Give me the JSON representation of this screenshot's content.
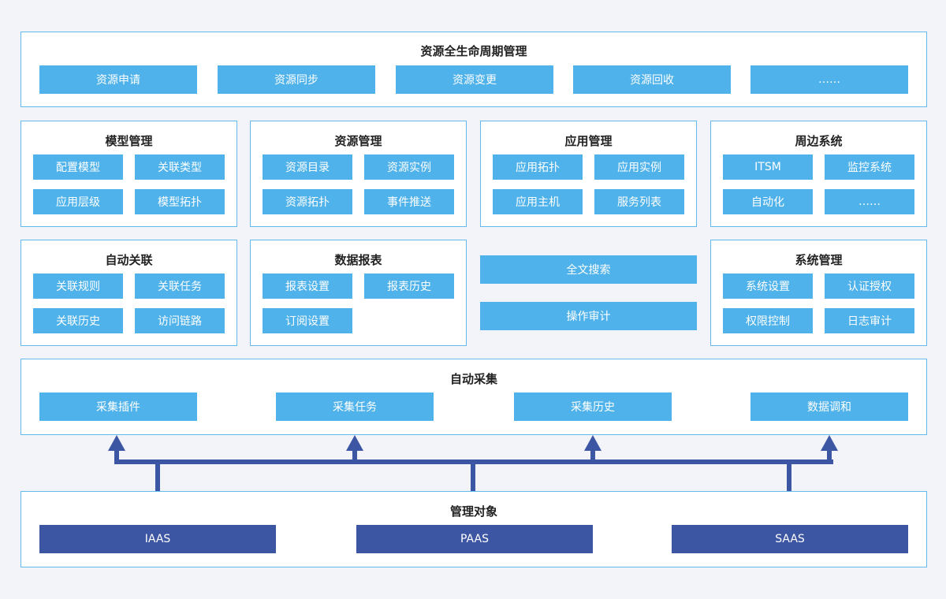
{
  "lifecycle": {
    "title": "资源全生命周期管理",
    "items": [
      "资源申请",
      "资源同步",
      "资源变更",
      "资源回收",
      "……"
    ]
  },
  "model_mgmt": {
    "title": "模型管理",
    "items": [
      "配置模型",
      "关联类型",
      "应用层级",
      "模型拓扑"
    ]
  },
  "resource_mgmt": {
    "title": "资源管理",
    "items": [
      "资源目录",
      "资源实例",
      "资源拓扑",
      "事件推送"
    ]
  },
  "app_mgmt": {
    "title": "应用管理",
    "items": [
      "应用拓扑",
      "应用实例",
      "应用主机",
      "服务列表"
    ]
  },
  "peripheral": {
    "title": "周边系统",
    "items": [
      "ITSM",
      "监控系统",
      "自动化",
      "……"
    ]
  },
  "auto_assoc": {
    "title": "自动关联",
    "items": [
      "关联规则",
      "关联任务",
      "关联历史",
      "访问链路"
    ]
  },
  "data_report": {
    "title": "数据报表",
    "items": [
      "报表设置",
      "报表历史",
      "订阅设置"
    ]
  },
  "standalone": {
    "items": [
      "全文搜索",
      "操作审计"
    ]
  },
  "sys_mgmt": {
    "title": "系统管理",
    "items": [
      "系统设置",
      "认证授权",
      "权限控制",
      "日志审计"
    ]
  },
  "auto_collect": {
    "title": "自动采集",
    "items": [
      "采集插件",
      "采集任务",
      "采集历史",
      "数据调和"
    ]
  },
  "managed_objects": {
    "title": "管理对象",
    "items": [
      "IAAS",
      "PAAS",
      "SAAS"
    ]
  },
  "colors": {
    "panel_border": "#63b8ec",
    "chip": "#4fb2ea",
    "chip_dark": "#3d56a3",
    "arrow": "#3d56a3",
    "background": "#f3f4f9"
  }
}
